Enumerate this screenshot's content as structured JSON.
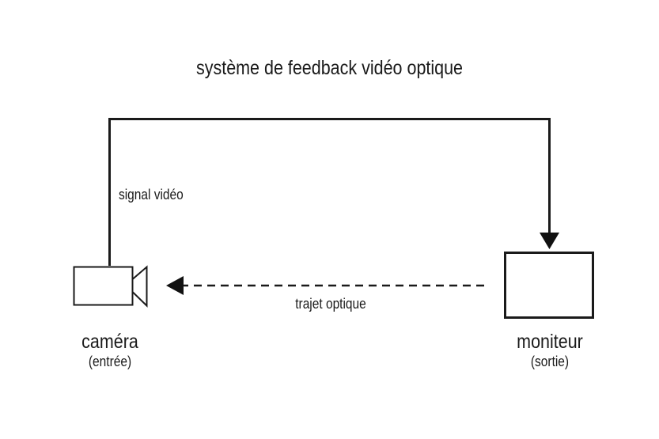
{
  "diagram": {
    "title": "système de feedback vidéo optique",
    "nodes": {
      "camera": {
        "name": "caméra",
        "role": "(entrée)",
        "icon": "video-camera-icon"
      },
      "monitor": {
        "name": "moniteur",
        "role": "(sortie)",
        "icon": "monitor-icon"
      }
    },
    "edges": {
      "signal": {
        "label": "signal vidéo",
        "from": "camera",
        "to": "monitor",
        "style": "solid"
      },
      "optical": {
        "label": "trajet optique",
        "from": "monitor",
        "to": "camera",
        "style": "dashed"
      }
    },
    "colors": {
      "stroke": "#1a1a1a",
      "background": "#ffffff"
    }
  }
}
